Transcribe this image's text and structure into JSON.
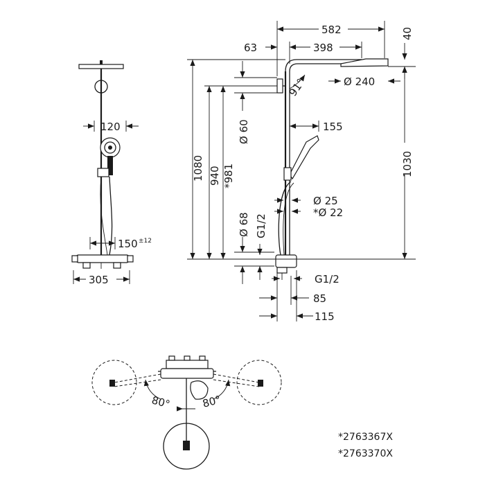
{
  "dimensions": {
    "d582": "582",
    "d40": "40",
    "d63": "63",
    "d398": "398",
    "d91": "91°",
    "d240": "Ø 240",
    "d1080": "1080",
    "d940": "940",
    "d981": "*981",
    "d60": "Ø 60",
    "d155": "155",
    "d1030": "1030",
    "d25": "Ø 25",
    "d22": "*Ø 22",
    "d68": "Ø 68",
    "g12a": "G1/2",
    "g12b": "G1/2",
    "d85": "85",
    "d115": "115",
    "d120": "120",
    "d150": "150",
    "d150tol": "±12",
    "d305": "305",
    "d80a": "80°",
    "d80b": "80°"
  },
  "article_numbers": [
    "*2763367X",
    "*2763370X"
  ]
}
